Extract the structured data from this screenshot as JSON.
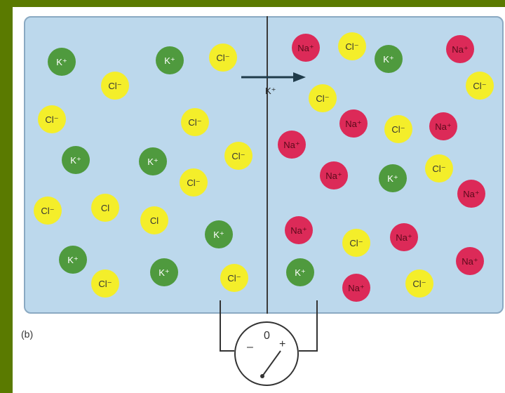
{
  "figure": {
    "label": "(b)",
    "flow_label": "K⁺",
    "meter": {
      "zero": "0",
      "minus": "–",
      "plus": "+"
    }
  },
  "ions": [
    {
      "cls": "k",
      "text": "K⁺"
    },
    {
      "cls": "k",
      "text": "K⁺"
    },
    {
      "cls": "cl",
      "text": "Cl⁻"
    },
    {
      "cls": "cl",
      "text": "Cl⁻"
    },
    {
      "cls": "cl",
      "text": "Cl⁻"
    },
    {
      "cls": "cl",
      "text": "Cl⁻"
    },
    {
      "cls": "k",
      "text": "K⁺"
    },
    {
      "cls": "k",
      "text": "K⁺"
    },
    {
      "cls": "cl",
      "text": "Cl⁻"
    },
    {
      "cls": "cl",
      "text": "Cl⁻"
    },
    {
      "cls": "cl",
      "text": "Cl⁻"
    },
    {
      "cls": "cl",
      "text": "Cl"
    },
    {
      "cls": "cl",
      "text": "Cl"
    },
    {
      "cls": "k",
      "text": "K⁺"
    },
    {
      "cls": "k",
      "text": "K⁺"
    },
    {
      "cls": "cl",
      "text": "Cl⁻"
    },
    {
      "cls": "k",
      "text": "K⁺"
    },
    {
      "cls": "cl",
      "text": "Cl⁻"
    },
    {
      "cls": "na",
      "text": "Na⁺"
    },
    {
      "cls": "cl",
      "text": "Cl⁻"
    },
    {
      "cls": "k",
      "text": "K⁺"
    },
    {
      "cls": "na",
      "text": "Na⁺"
    },
    {
      "cls": "cl",
      "text": "Cl⁻"
    },
    {
      "cls": "cl",
      "text": "Cl⁻"
    },
    {
      "cls": "na",
      "text": "Na⁺"
    },
    {
      "cls": "cl",
      "text": "Cl⁻"
    },
    {
      "cls": "na",
      "text": "Na⁺"
    },
    {
      "cls": "na",
      "text": "Na⁺"
    },
    {
      "cls": "na",
      "text": "Na⁺"
    },
    {
      "cls": "k",
      "text": "K⁺"
    },
    {
      "cls": "cl",
      "text": "Cl⁻"
    },
    {
      "cls": "na",
      "text": "Na⁺"
    },
    {
      "cls": "na",
      "text": "Na⁺"
    },
    {
      "cls": "na",
      "text": "Na⁺"
    },
    {
      "cls": "cl",
      "text": "Cl⁻"
    },
    {
      "cls": "na",
      "text": "Na⁺"
    },
    {
      "cls": "k",
      "text": "K⁺"
    },
    {
      "cls": "na",
      "text": "Na⁺"
    },
    {
      "cls": "cl",
      "text": "Cl⁻"
    }
  ],
  "colors": {
    "potassium": "#4f9a3e",
    "chloride": "#f4ee2a",
    "sodium": "#dc2a58",
    "solution": "#bcd8ec"
  }
}
